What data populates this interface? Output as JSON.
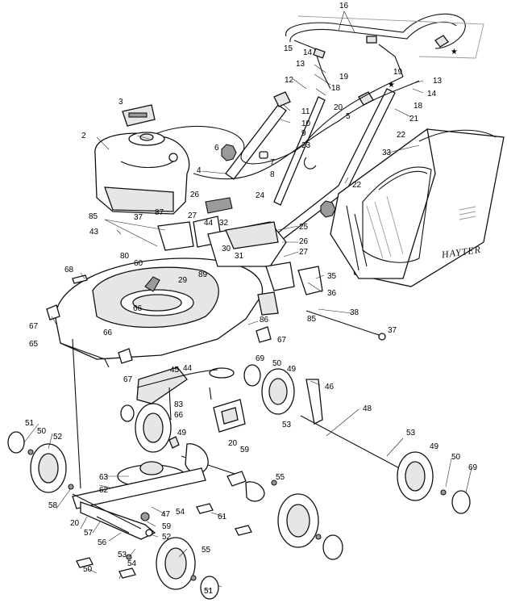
{
  "brand_label": "HAYTER",
  "star_glyph": "★",
  "callouts": [
    "16",
    "15",
    "14",
    "13",
    "19",
    "18",
    "12",
    "3",
    "11",
    "10",
    "9",
    "2",
    "6",
    "7",
    "8",
    "4",
    "23",
    "19",
    "13",
    "14",
    "18",
    "20",
    "5",
    "21",
    "22",
    "33",
    "22",
    "26",
    "24",
    "37",
    "87",
    "27",
    "44",
    "32",
    "25",
    "26",
    "27",
    "85",
    "43",
    "80",
    "60",
    "30",
    "31",
    "89",
    "35",
    "36",
    "68",
    "67",
    "29",
    "66",
    "66",
    "38",
    "85",
    "86",
    "37",
    "67",
    "65",
    "67",
    "45",
    "44",
    "69",
    "50",
    "49",
    "46",
    "83",
    "66",
    "48",
    "53",
    "51",
    "50",
    "52",
    "49",
    "20",
    "59",
    "63",
    "62",
    "55",
    "53",
    "49",
    "50",
    "69",
    "58",
    "47",
    "54",
    "61",
    "20",
    "57",
    "59",
    "56",
    "52",
    "55",
    "53",
    "54",
    "50",
    "51"
  ]
}
